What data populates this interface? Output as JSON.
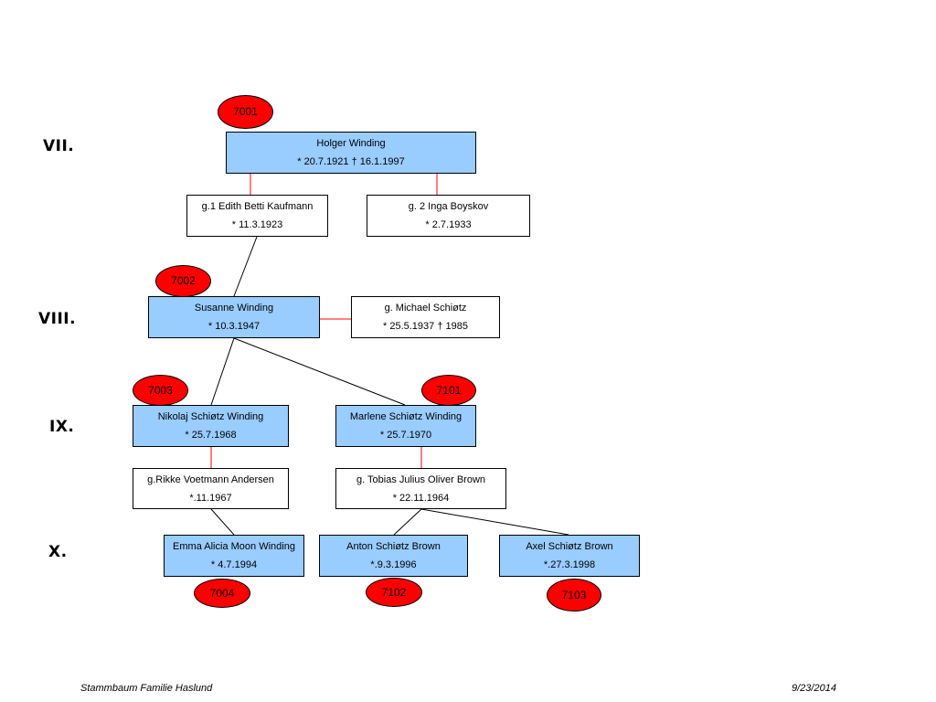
{
  "generations": [
    "VII.",
    "VIII.",
    "IX.",
    "X."
  ],
  "persons": {
    "holger": {
      "name": "Holger Winding",
      "dates": "* 20.7.1921 † 16.1.1997",
      "id": "7001"
    },
    "edith": {
      "name": "g.1 Edith Betti Kaufmann",
      "dates": "* 11.3.1923"
    },
    "inga": {
      "name": "g. 2 Inga Boyskov",
      "dates": "* 2.7.1933"
    },
    "susanne": {
      "name": "Susanne Winding",
      "dates": "* 10.3.1947",
      "id": "7002"
    },
    "michael": {
      "name": "g. Michael Schiøtz",
      "dates": "* 25.5.1937 † 1985"
    },
    "nikolaj": {
      "name": "Nikolaj Schiøtz Winding",
      "dates": "* 25.7.1968",
      "id": "7003"
    },
    "marlene": {
      "name": "Marlene Schiøtz Winding",
      "dates": "* 25.7.1970",
      "id": "7101"
    },
    "rikke": {
      "name": "g.Rikke Voetmann Andersen",
      "dates": "*.11.1967"
    },
    "tobias": {
      "name": "g. Tobias Julius Oliver Brown",
      "dates": "* 22.11.1964"
    },
    "emma": {
      "name": "Emma Alicia Moon Winding",
      "dates": "* 4.7.1994",
      "id": "7004"
    },
    "anton": {
      "name": "Anton Schiøtz Brown",
      "dates": "*.9.3.1996",
      "id": "7102"
    },
    "axel": {
      "name": "Axel Schiøtz Brown",
      "dates": "*.27.3.1998",
      "id": "7103"
    }
  },
  "colors": {
    "descendant_fill": "#99ccff",
    "id_tag_fill": "#ff0000",
    "marriage_line": "#ff0000",
    "descent_line": "#000000"
  },
  "footer": {
    "left": "Stammbaum Familie Haslund",
    "right": "9/23/2014"
  }
}
